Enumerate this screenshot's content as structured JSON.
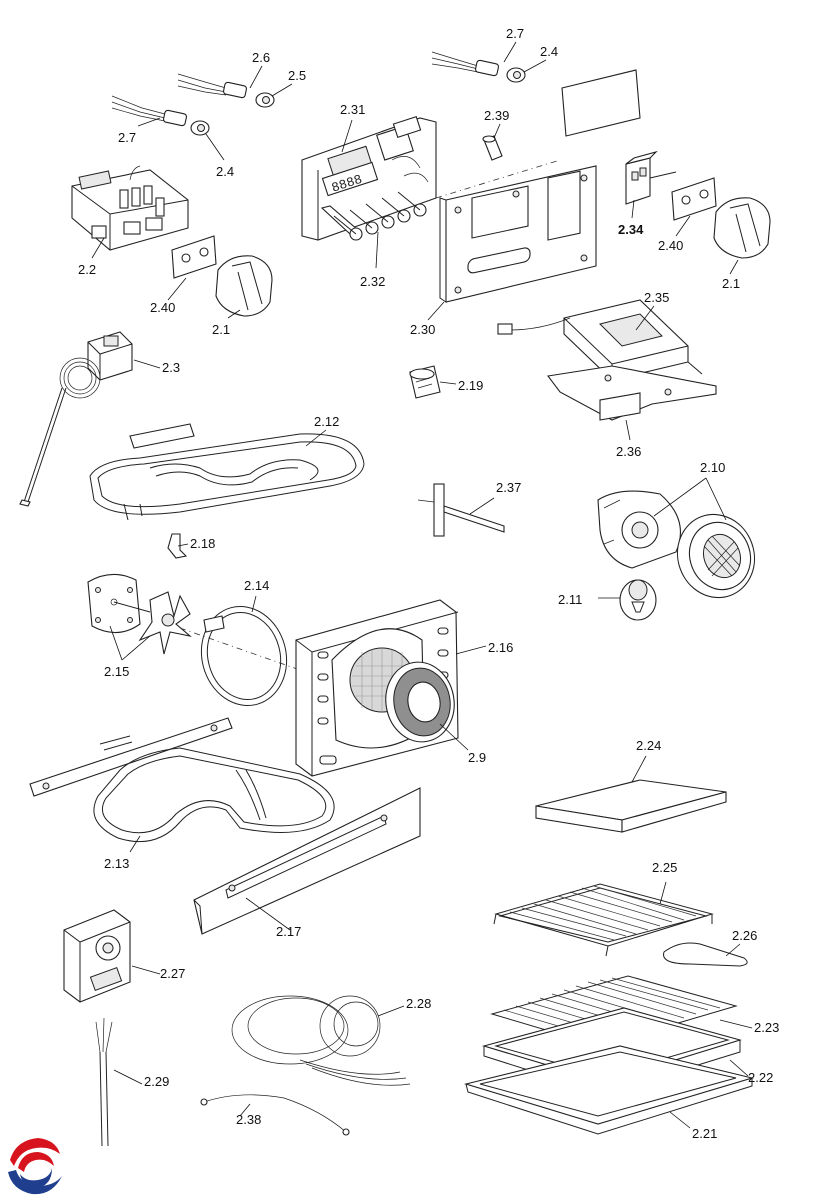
{
  "labels": {
    "l1": "2.7",
    "l2": "2.4",
    "l3": "2.6",
    "l4": "2.5",
    "l5": "2.31",
    "l6": "2.39",
    "l7": "2.7",
    "l8": "2.4",
    "l9": "2.2",
    "l10": "2.40",
    "l11": "2.1",
    "l12": "2.32",
    "l13": "2.30",
    "l14": "2.34",
    "l15": "2.40",
    "l16": "2.1",
    "l17": "2.35",
    "l18": "2.3",
    "l19": "2.19",
    "l20": "2.36",
    "l21": "2.12",
    "l22": "2.37",
    "l23": "2.10",
    "l24": "2.18",
    "l25": "2.11",
    "l26": "2.14",
    "l27": "2.16",
    "l28": "2.15",
    "l29": "2.9",
    "l30": "2.13",
    "l31": "2.24",
    "l32": "2.17",
    "l33": "2.25",
    "l34": "2.26",
    "l35": "2.27",
    "l36": "2.28",
    "l37": "2.23",
    "l38": "2.29",
    "l39": "2.22",
    "l40": "2.38",
    "l41": "2.21"
  },
  "logo": {
    "icon": "brand-swirl-logo",
    "colors": [
      "#d7141e",
      "#1f3e8e"
    ]
  }
}
